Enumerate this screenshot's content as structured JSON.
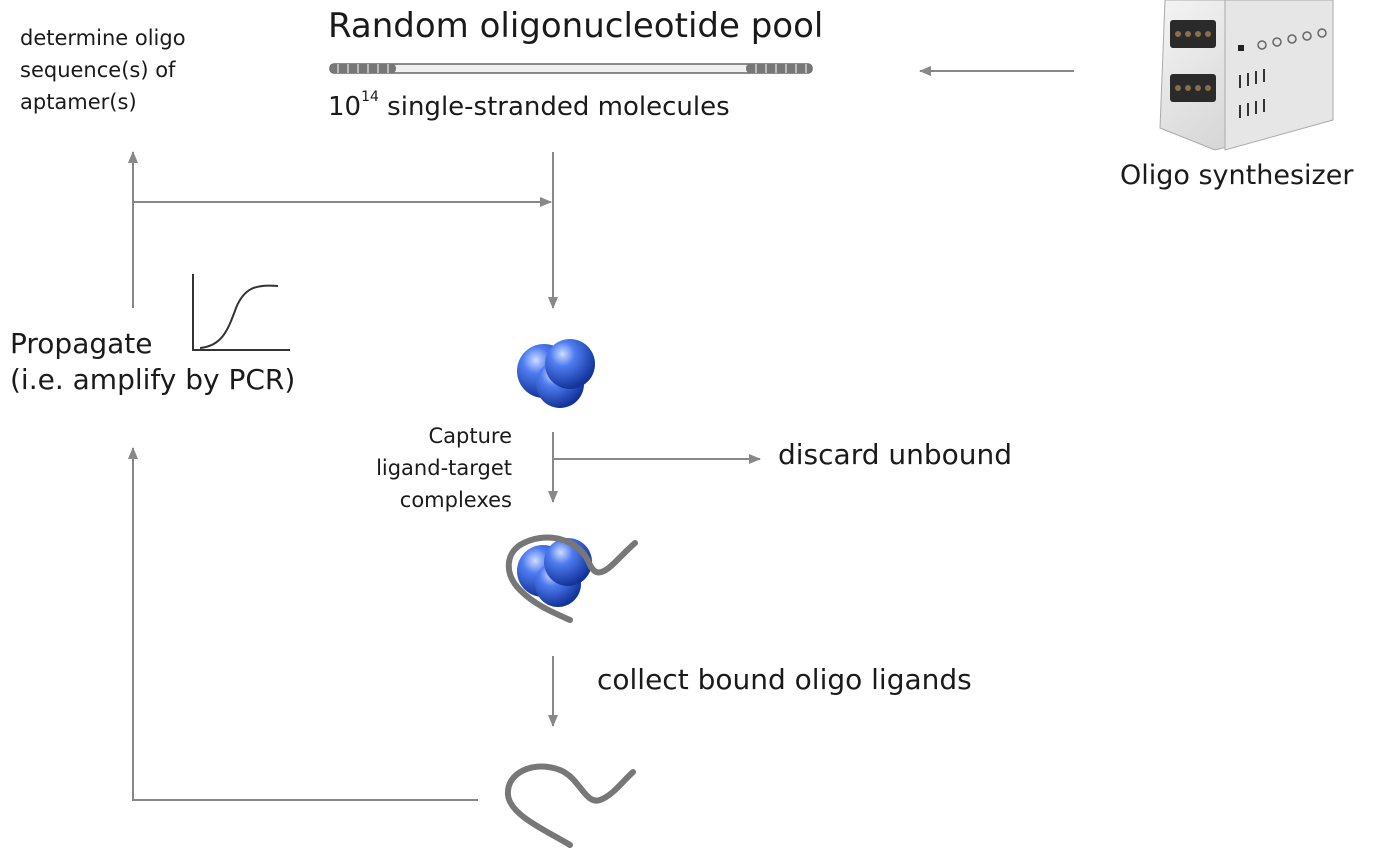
{
  "diagram": {
    "pool_title": "Random oligonucleotide pool",
    "molecules_base": "10",
    "molecules_exp": "14",
    "molecules_rest": " single-stranded molecules",
    "determine_lines": [
      "determine oligo",
      "sequence(s) of",
      "aptamer(s)"
    ],
    "synthesizer_label": "Oligo synthesizer",
    "propagate_lines": [
      "Propagate",
      "(i.e. amplify by PCR)"
    ],
    "capture_lines": [
      "Capture",
      "ligand-target",
      "complexes"
    ],
    "discard_label": "discard unbound",
    "collect_label": "collect bound oligo ligands"
  },
  "colors": {
    "arrow": "#888888",
    "sphere": "#1f4fcf",
    "sphere_highlight": "#9fb8ff",
    "strand": "#777777",
    "text": "#1a1a1a"
  }
}
